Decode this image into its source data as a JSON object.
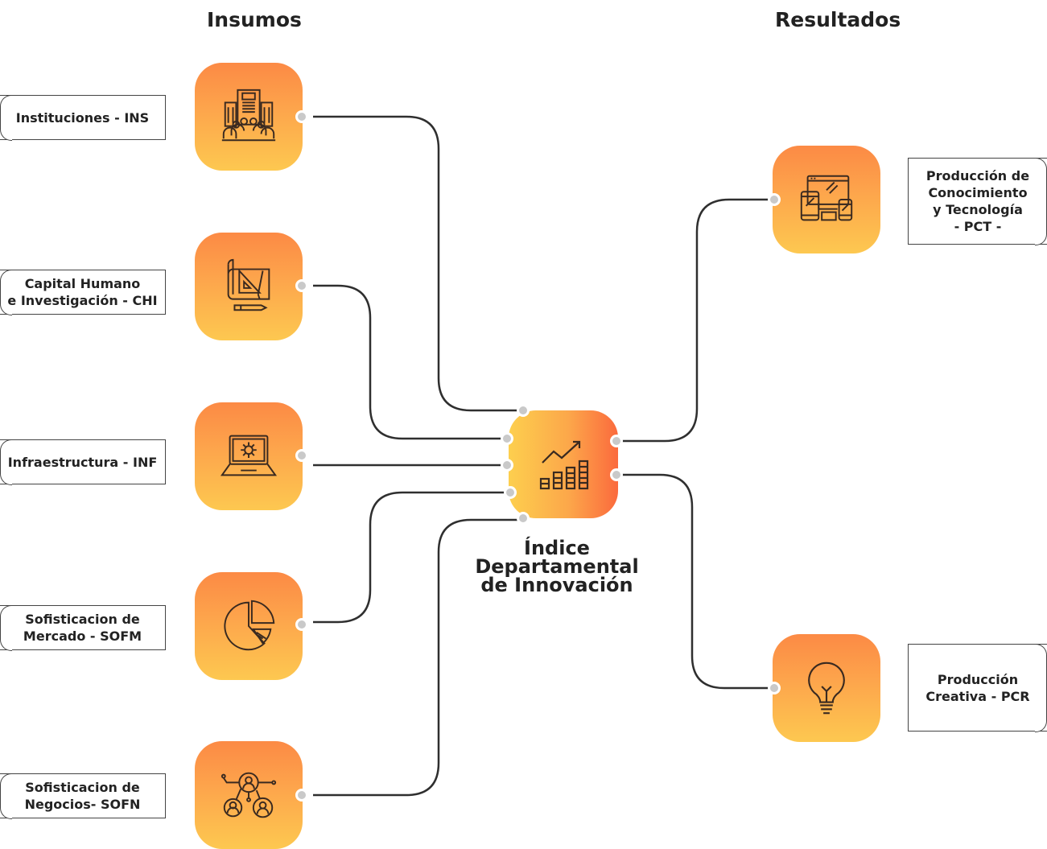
{
  "headings": {
    "inputs": "Insumos",
    "outputs": "Resultados"
  },
  "hub": {
    "icon": "growth-chart-icon",
    "title_lines": [
      "Índice",
      "Departamental",
      "de Innovación"
    ]
  },
  "inputs": [
    {
      "lines": [
        "Instituciones - INS"
      ],
      "icon": "institution-building-icon"
    },
    {
      "lines": [
        "Capital Humano",
        "e Investigación - CHI"
      ],
      "icon": "blueprint-tools-icon"
    },
    {
      "lines": [
        "Infraestructura - INF"
      ],
      "icon": "laptop-gear-icon"
    },
    {
      "lines": [
        "Sofisticacion de",
        "Mercado - SOFM"
      ],
      "icon": "pie-chart-icon"
    },
    {
      "lines": [
        "Sofisticacion de",
        "Negocios- SOFN"
      ],
      "icon": "people-network-icon"
    }
  ],
  "outputs": [
    {
      "lines": [
        "Producción de",
        "Conocimiento",
        "y Tecnología",
        "- PCT -"
      ],
      "icon": "devices-icon"
    },
    {
      "lines": [
        "Producción",
        "Creativa - PCR"
      ],
      "icon": "lightbulb-icon"
    }
  ],
  "colors": {
    "box_top": "#fc8a45",
    "box_bottom": "#fdc850",
    "hub_right": "#fb6a3d",
    "connector": "#2f2f2f",
    "dot": "#c9c9c9"
  }
}
